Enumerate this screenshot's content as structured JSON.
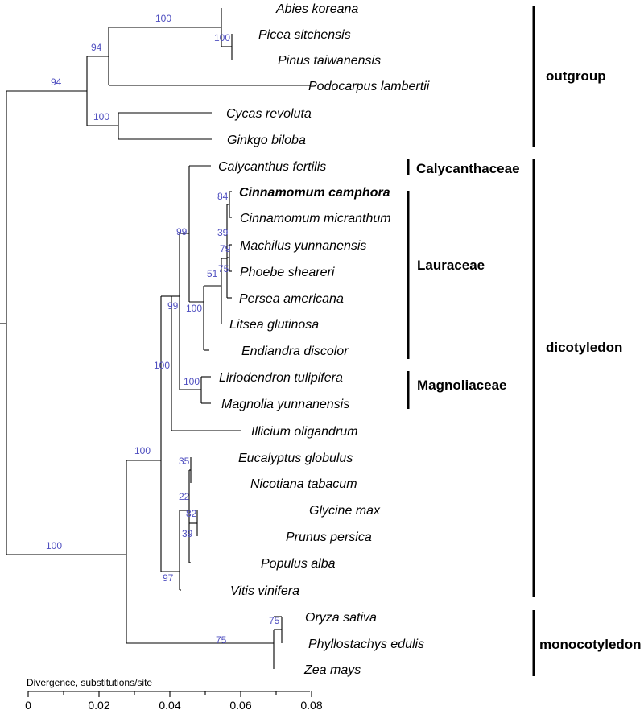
{
  "tree": {
    "taxa": [
      "Abies koreana",
      "Picea sitchensis",
      "Pinus taiwanensis",
      "Podocarpus lambertii",
      "Cycas revoluta",
      "Ginkgo biloba",
      "Calycanthus fertilis",
      "Cinnamomum camphora",
      "Cinnamomum micranthum",
      "Machilus yunnanensis",
      "Phoebe sheareri",
      "Persea americana",
      "Litsea glutinosa",
      "Endiandra discolor",
      "Liriodendron tulipifera",
      "Magnolia yunnanensis",
      "Illicium oligandrum",
      "Eucalyptus globulus",
      "Nicotiana tabacum",
      "Glycine max",
      "Prunus persica",
      "Populus alba",
      "Vitis vinifera",
      "Oryza sativa",
      "Phyllostachys edulis",
      "Zea mays"
    ],
    "highlighted_taxon": "Cinnamomum camphora",
    "support_values": [
      "100",
      "100",
      "94",
      "94",
      "100",
      "84",
      "39",
      "79",
      "75",
      "51",
      "100",
      "99",
      "99",
      "100",
      "100",
      "35",
      "82",
      "39",
      "22",
      "97",
      "100",
      "100",
      "75",
      "75"
    ],
    "families": [
      "Calycanthaceae",
      "Lauraceae",
      "Magnoliaceae"
    ],
    "groups": [
      "outgroup",
      "dicotyledon",
      "monocotyledon"
    ]
  },
  "scale": {
    "title": "Divergence, substitutions/site",
    "ticks": [
      "0",
      "0.02",
      "0.04",
      "0.06",
      "0.08"
    ]
  }
}
